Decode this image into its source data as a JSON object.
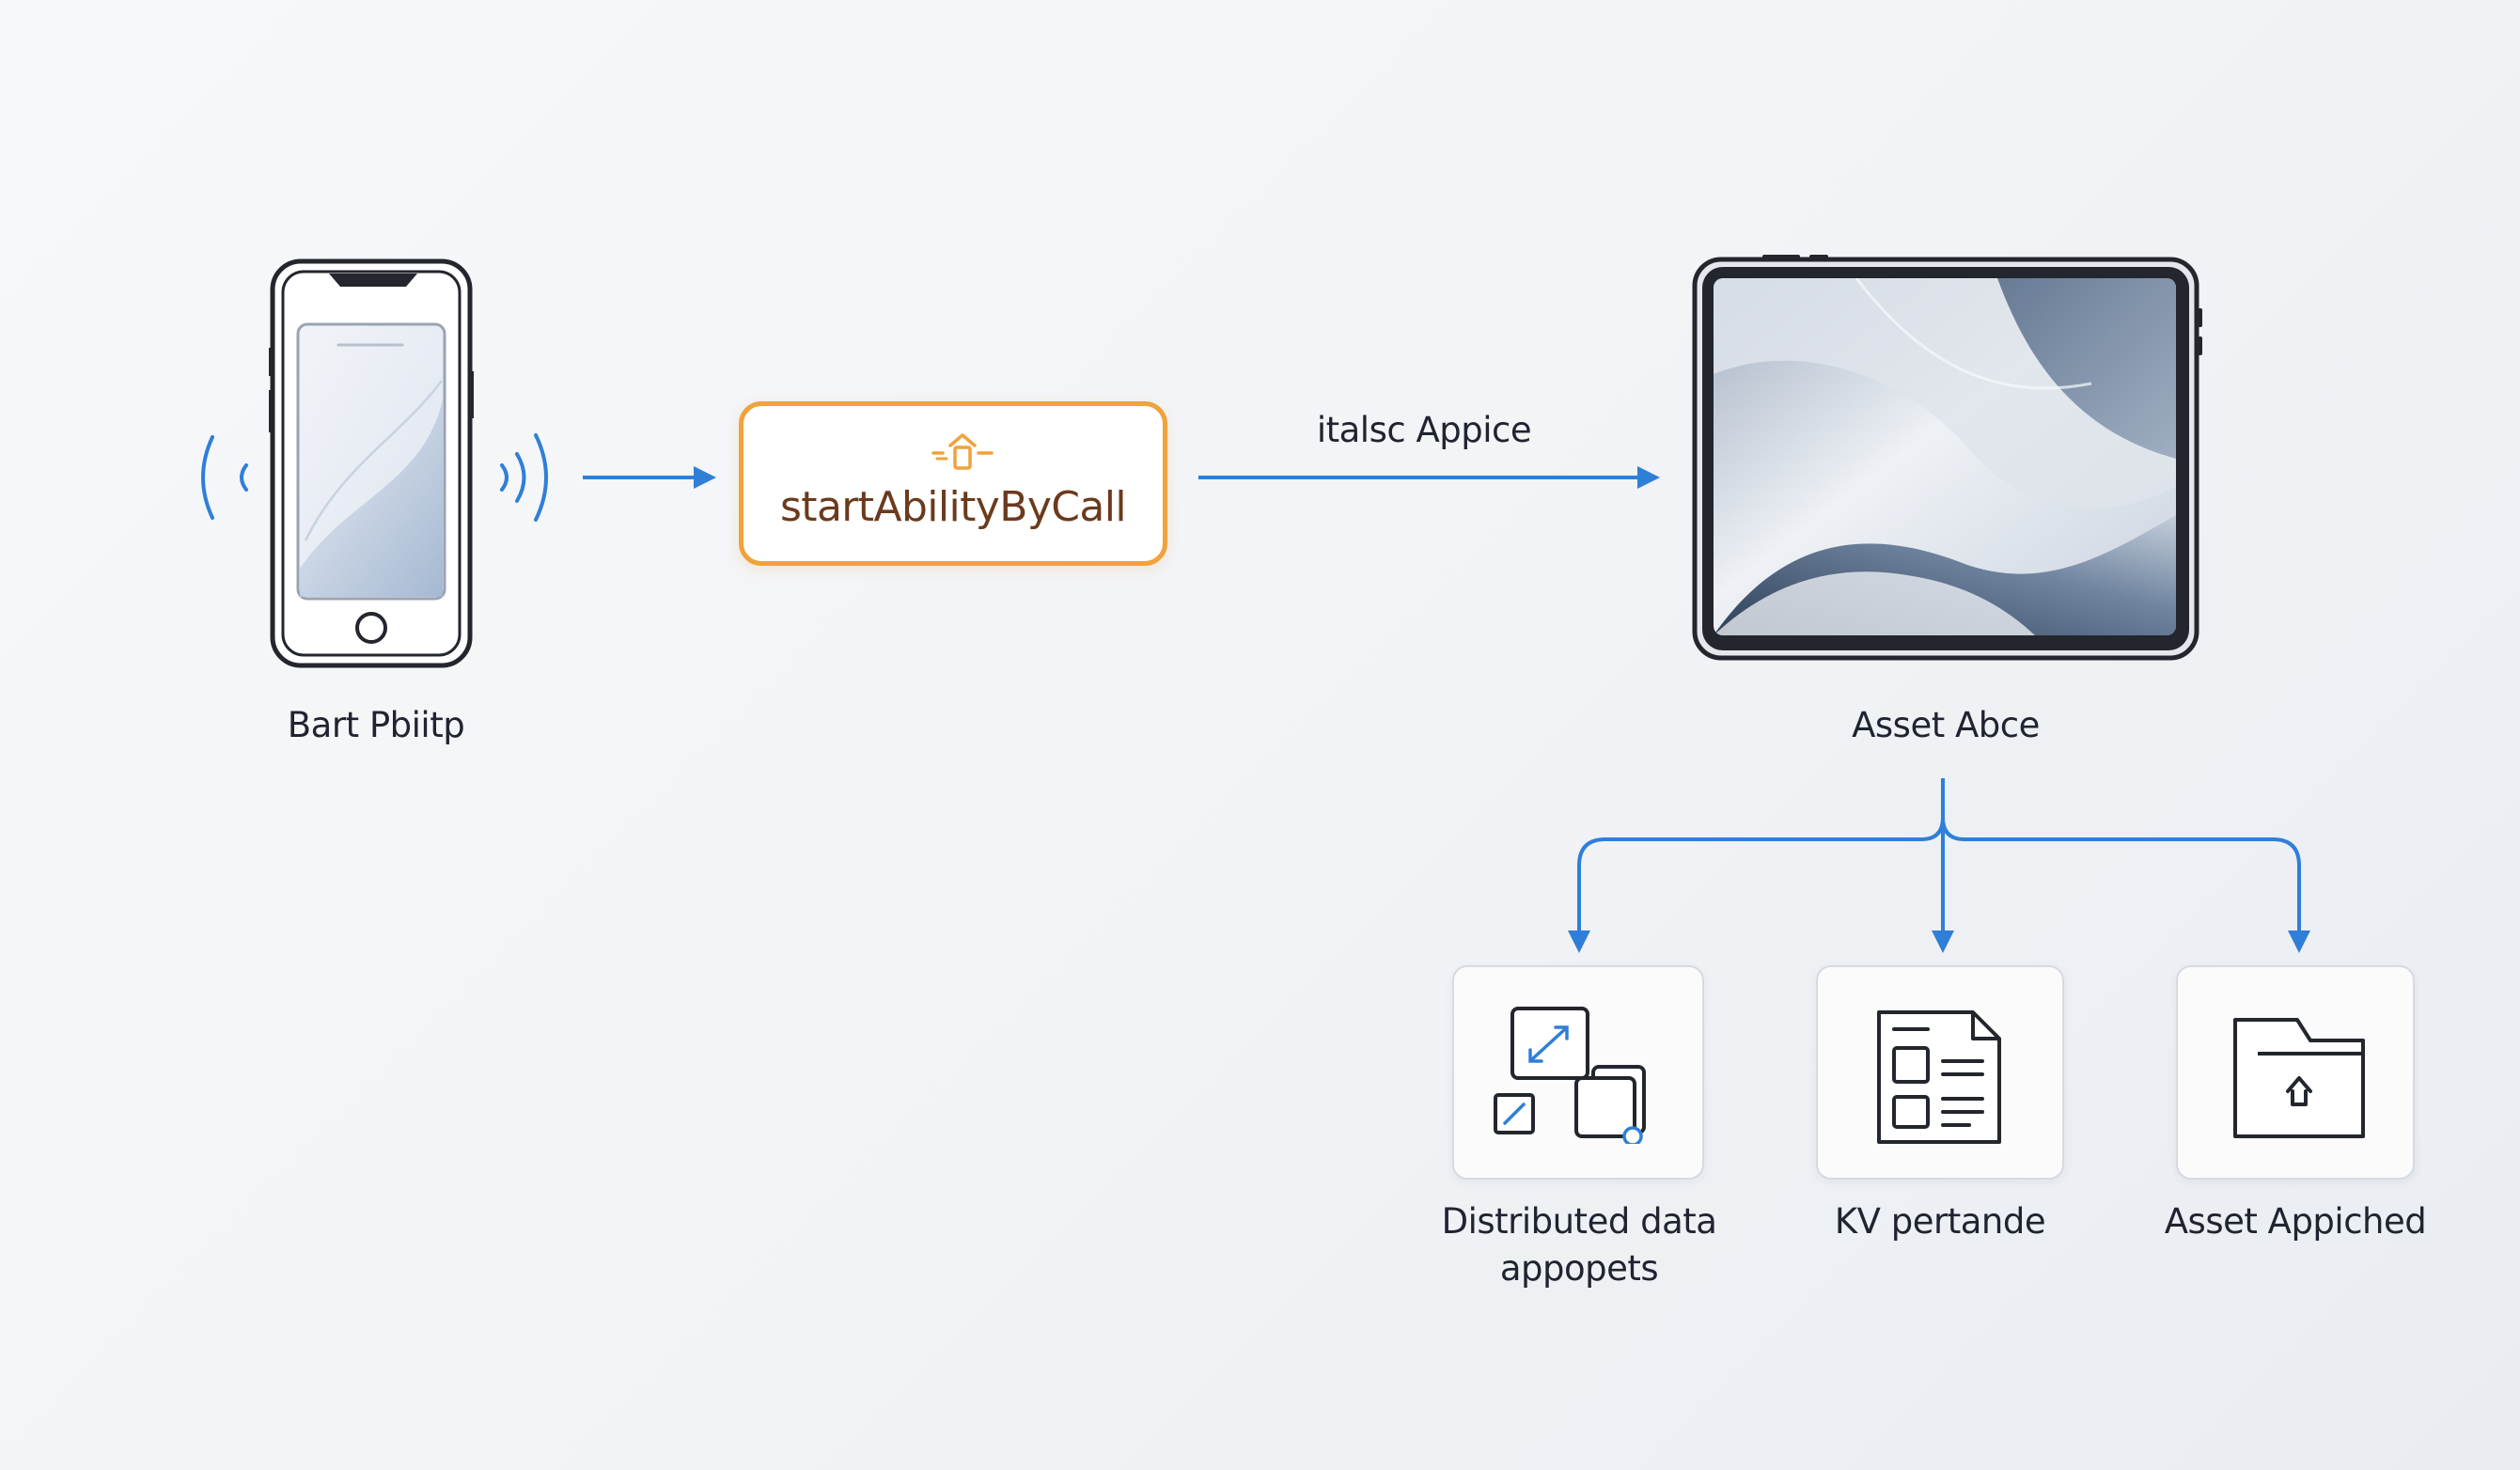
{
  "caller": {
    "label": "Bart Pbiitp"
  },
  "call_box": {
    "label": "startAbilityByCall"
  },
  "link": {
    "label": "italsc Appice"
  },
  "target": {
    "label": "Asset Abce"
  },
  "modules": [
    {
      "label_line1": "Distributed data",
      "label_line2": "appopets"
    },
    {
      "label_line1": "KV pertande",
      "label_line2": ""
    },
    {
      "label_line1": "Asset Appiched",
      "label_line2": ""
    }
  ],
  "colors": {
    "arrow": "#2f7fd8",
    "call_border": "#f0a23c",
    "call_text": "#6b3a1c",
    "device_frame": "#23262d"
  }
}
